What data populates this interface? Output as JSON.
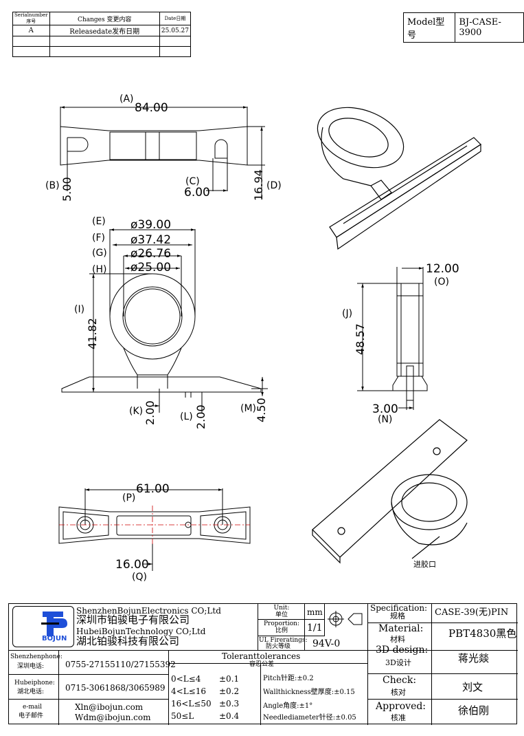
{
  "revision_table": {
    "headers": [
      "Serialnumber序号",
      "Changes 变更内容",
      "Date日期"
    ],
    "rows": [
      [
        "A",
        "Releasedate发布日期",
        "25.05.27"
      ],
      [
        "",
        "",
        ""
      ],
      [
        "",
        "",
        ""
      ]
    ]
  },
  "model": {
    "label": "Model型号",
    "value": "BJ-CASE-3900"
  },
  "dimensions": {
    "A": "(A)",
    "A_val": "84.00",
    "B": "(B)",
    "B_val": "5.00",
    "C": "(C)",
    "C_val": "6.00",
    "D": "(D)",
    "D_val": "16.94",
    "E": "(E)",
    "E_val": "ø39.00",
    "F": "(F)",
    "F_val": "ø37.42",
    "G": "(G)",
    "G_val": "ø26.76",
    "H": "(H)",
    "H_val": "ø25.00",
    "I": "(I)",
    "I_val": "41.82",
    "J": "(J)",
    "J_val": "48.57",
    "K": "(K)",
    "K_val": "2.00",
    "L": "(L)",
    "L_val": "2.00",
    "M": "(M)",
    "M_val": "4.50",
    "N": "(N)",
    "N_val": "3.00",
    "O": "(O)",
    "O_val": "12.00",
    "P": "(P)",
    "P_val": "61.00",
    "Q": "(Q)",
    "Q_val": "16.00"
  },
  "annotation": {
    "inlet": "进胶口"
  },
  "title_block": {
    "logo_text": "BOJUN",
    "company_en_1": "ShenzhenBojunElectronics CO;Ltd",
    "company_cn_1": "深圳市铂骏电子有限公司",
    "company_en_2": "HubeiBojunTechnology CO;Ltd",
    "company_cn_2": "湖北铂骏科技有限公司",
    "unit_label": "Unit:",
    "unit_label_cn": "单位",
    "unit_value": "mm",
    "proportion_label": "Proportion:",
    "proportion_label_cn": "比例",
    "proportion_value": "1/1",
    "ul_label": "UL Fireratings:",
    "ul_label_cn": "防火等级",
    "ul_value": "94V-0",
    "spec_label": "Specification:",
    "spec_label_cn": "规格",
    "spec_value": "CASE-39(无)PIN",
    "material_label": "Material:",
    "material_label_cn": "材料",
    "material_value": "PBT4830黑色",
    "design_label": "3D design:",
    "design_label_cn": "3D设计",
    "design_value": "蒋光燚",
    "check_label": "Check:",
    "check_label_cn": "核对",
    "check_value": "刘文",
    "approved_label": "Approved:",
    "approved_label_cn": "核准",
    "approved_value": "徐伯刚",
    "sz_phone_label": "Shenzhenphone:",
    "sz_phone_label_cn": "深圳电话:",
    "sz_phone": "0755-27155110/27155392",
    "hb_phone_label": "Hubeiphone:",
    "hb_phone_label_cn": "湖北电话:",
    "hb_phone": "0715-3061868/3065989",
    "email_label": "e-mail",
    "email_label_cn": "电子邮件",
    "email_1": "Xln@ibojun.com",
    "email_2": "Wdm@ibojun.com",
    "tol_label": "Toleranttolerances",
    "tol_label_cn": "容忍公差",
    "tol_rows": [
      {
        "range": "0<L≤4",
        "val": "±0.1"
      },
      {
        "range": "4<L≤16",
        "val": "±0.2"
      },
      {
        "range": "16<L≤50",
        "val": "±0.3"
      },
      {
        "range": "50≤L",
        "val": "±0.4"
      }
    ],
    "pitch": "Pitch针距:±0.2",
    "wall": "Wallthickness壁厚度:±0.15",
    "angle": "Angle角度:±1°",
    "needle": "Needlediameter针径:±0.05"
  }
}
